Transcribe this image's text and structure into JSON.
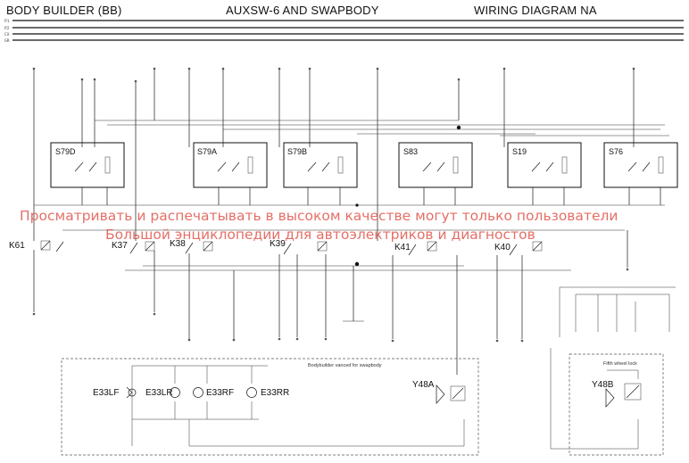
{
  "header": {
    "left": "BODY BUILDER (BB)",
    "center": "AUXSW-6 AND SWAPBODY",
    "right": "WIRING DIAGRAM NA"
  },
  "rails": [
    "P1",
    "P2",
    "CX",
    "GR"
  ],
  "switches": [
    "S79D",
    "S79A",
    "S79B",
    "S83",
    "S19",
    "S76"
  ],
  "relays": [
    "K61",
    "K37",
    "K38",
    "K39",
    "K41",
    "K40"
  ],
  "lamps": [
    "E33LF",
    "E33LR",
    "E33RF",
    "E33RR"
  ],
  "valves": [
    "Y48A",
    "Y48B"
  ],
  "areas": {
    "swapbody": "Bodybuilder vanced for swapbody",
    "fifth_wheel": "Fifth wheel lock"
  },
  "watermark": {
    "line1": "Просматривать и распечатывать в высоком качестве могут только пользователи",
    "line2": "Большой энциклопедии для автоэлектриков и диагностов"
  }
}
